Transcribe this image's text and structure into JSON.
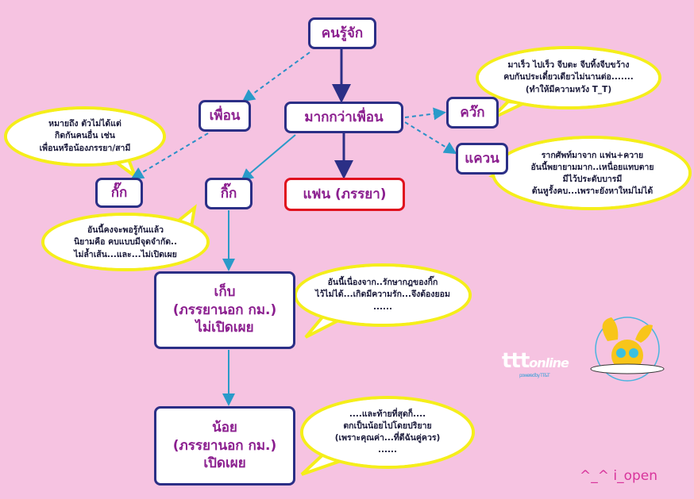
{
  "nodes": {
    "known": "คนรู้จัก",
    "friend": "เพื่อน",
    "more_than_friend": "มากกว่าเพื่อน",
    "kwik": "คว๊ก",
    "kwan": "แควน",
    "kak": "กั๊ก",
    "gik": "กิ๊ก",
    "fan": "แฟน (ภรรยา)",
    "kep_line1": "เก็บ",
    "kep_line2": "(ภรรยานอก กม.)",
    "kep_line3": "ไม่เปิดเผย",
    "noi_line1": "น้อย",
    "noi_line2": "(ภรรยานอก กม.)",
    "noi_line3": "เปิดเผย"
  },
  "bubbles": {
    "kwik": [
      "มาเร็ว ไปเร็ว จีบตะ จีบทิ้งจีบขว้าง",
      "คบกันประเดี๋ยวเดียวไม่นานต่อ.......",
      "(ทำให้มีความหวัง T_T)"
    ],
    "kak": [
      "หมายถึง ตัวไม่ได้แต่",
      "กิดกันคนอื่น เช่น",
      "เพื่อนหรือน้องภรรยา/สามี"
    ],
    "kwan": [
      "รากศัพท์มาจาก แฟน+ควาย",
      "อันนี้พยายามมาก..เหนื่อยแทบตาย",
      "มีไว้ประดับบารมี",
      "ต้นหูรั้งคบ...เพราะยังหาใหม่ไม่ได้"
    ],
    "gik": [
      "อันนี้คงจะพอรู้กันแล้ว",
      "นิยามคือ คบแบบมีจุดจำกัด..",
      "ไม่ล้ำเส้น...และ...ไม่เปิดเผย"
    ],
    "kep": [
      "อันนี้เนื่องจาก..รักษากฎของกิ๊ก",
      "ไว้ไม่ได้...เกิดมีความรัก...จึงต้องยอม",
      "......"
    ],
    "noi": [
      "....และท้ายที่สุดก็....",
      "ตกเป็นน้อยไปโดยปริยาย",
      "(เพราะคุณค่า...ที่ดีฉันคู่ควร)",
      "......"
    ]
  },
  "logo": {
    "brand": "ttt",
    "suffix": "online",
    "tagline": "powered by TT&T"
  },
  "signature": "^_^ i_open",
  "colors": {
    "background": "#f6c3e1",
    "box_border": "#2b2f86",
    "box_text": "#8b1f8f",
    "highlight_border": "#e0101e",
    "bubble_border": "#f5ee1a",
    "dashed_arrow": "#2a8fc7",
    "teal_arrow": "#2a9ac9"
  }
}
